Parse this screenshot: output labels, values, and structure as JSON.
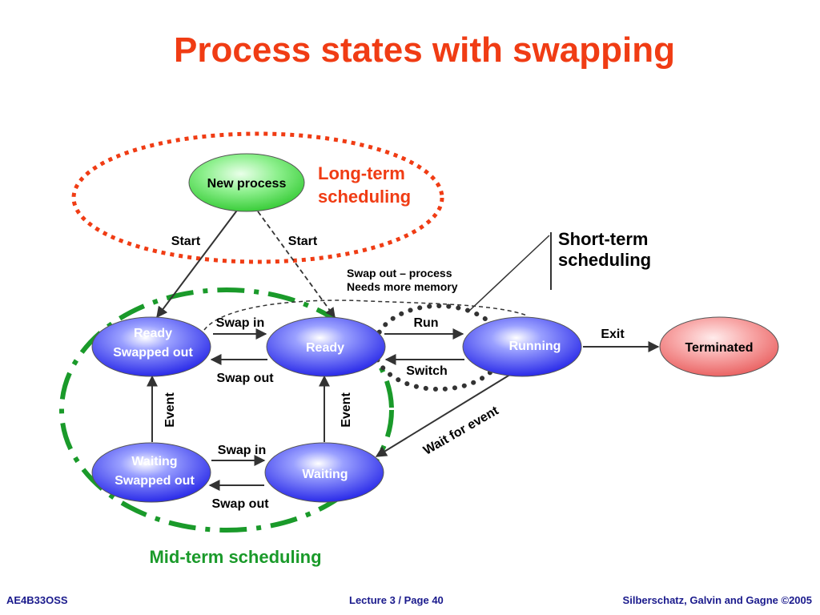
{
  "title": "Process states with swapping",
  "states": {
    "new_process": "New process",
    "ready_swapped_out_line1": "Ready",
    "ready_swapped_out_line2": "Swapped out",
    "ready": "Ready",
    "running": "Running",
    "terminated": "Terminated",
    "waiting_swapped_out_line1": "Waiting",
    "waiting_swapped_out_line2": "Swapped out",
    "waiting": "Waiting"
  },
  "transitions": {
    "start_left": "Start",
    "start_right": "Start",
    "swap_in_top": "Swap in",
    "swap_out_top": "Swap out",
    "run": "Run",
    "switch": "Switch",
    "exit": "Exit",
    "event_left": "Event",
    "event_right": "Event",
    "swap_in_bottom": "Swap in",
    "swap_out_bottom": "Swap out",
    "wait_for_event": "Wait for event",
    "swap_out_process_line1": "Swap out – process",
    "swap_out_process_line2": "Needs more memory"
  },
  "annotations": {
    "long_term_line1": "Long-term",
    "long_term_line2": "scheduling",
    "short_term_line1": "Short-term",
    "short_term_line2": "scheduling",
    "mid_term": "Mid-term scheduling"
  },
  "footer": {
    "left": "AE4B33OSS",
    "center": "Lecture 3 / Page 40",
    "right": "Silberschatz, Galvin and Gagne ©2005"
  },
  "colors": {
    "title": "#f03c14",
    "long_term_ring": "#f03c14",
    "mid_term_ring": "#1a9a2a",
    "state_fill": "#3c3cf0",
    "new_fill": "#44d444",
    "terminated_fill": "#f07070",
    "footer": "#1a1a8c"
  }
}
